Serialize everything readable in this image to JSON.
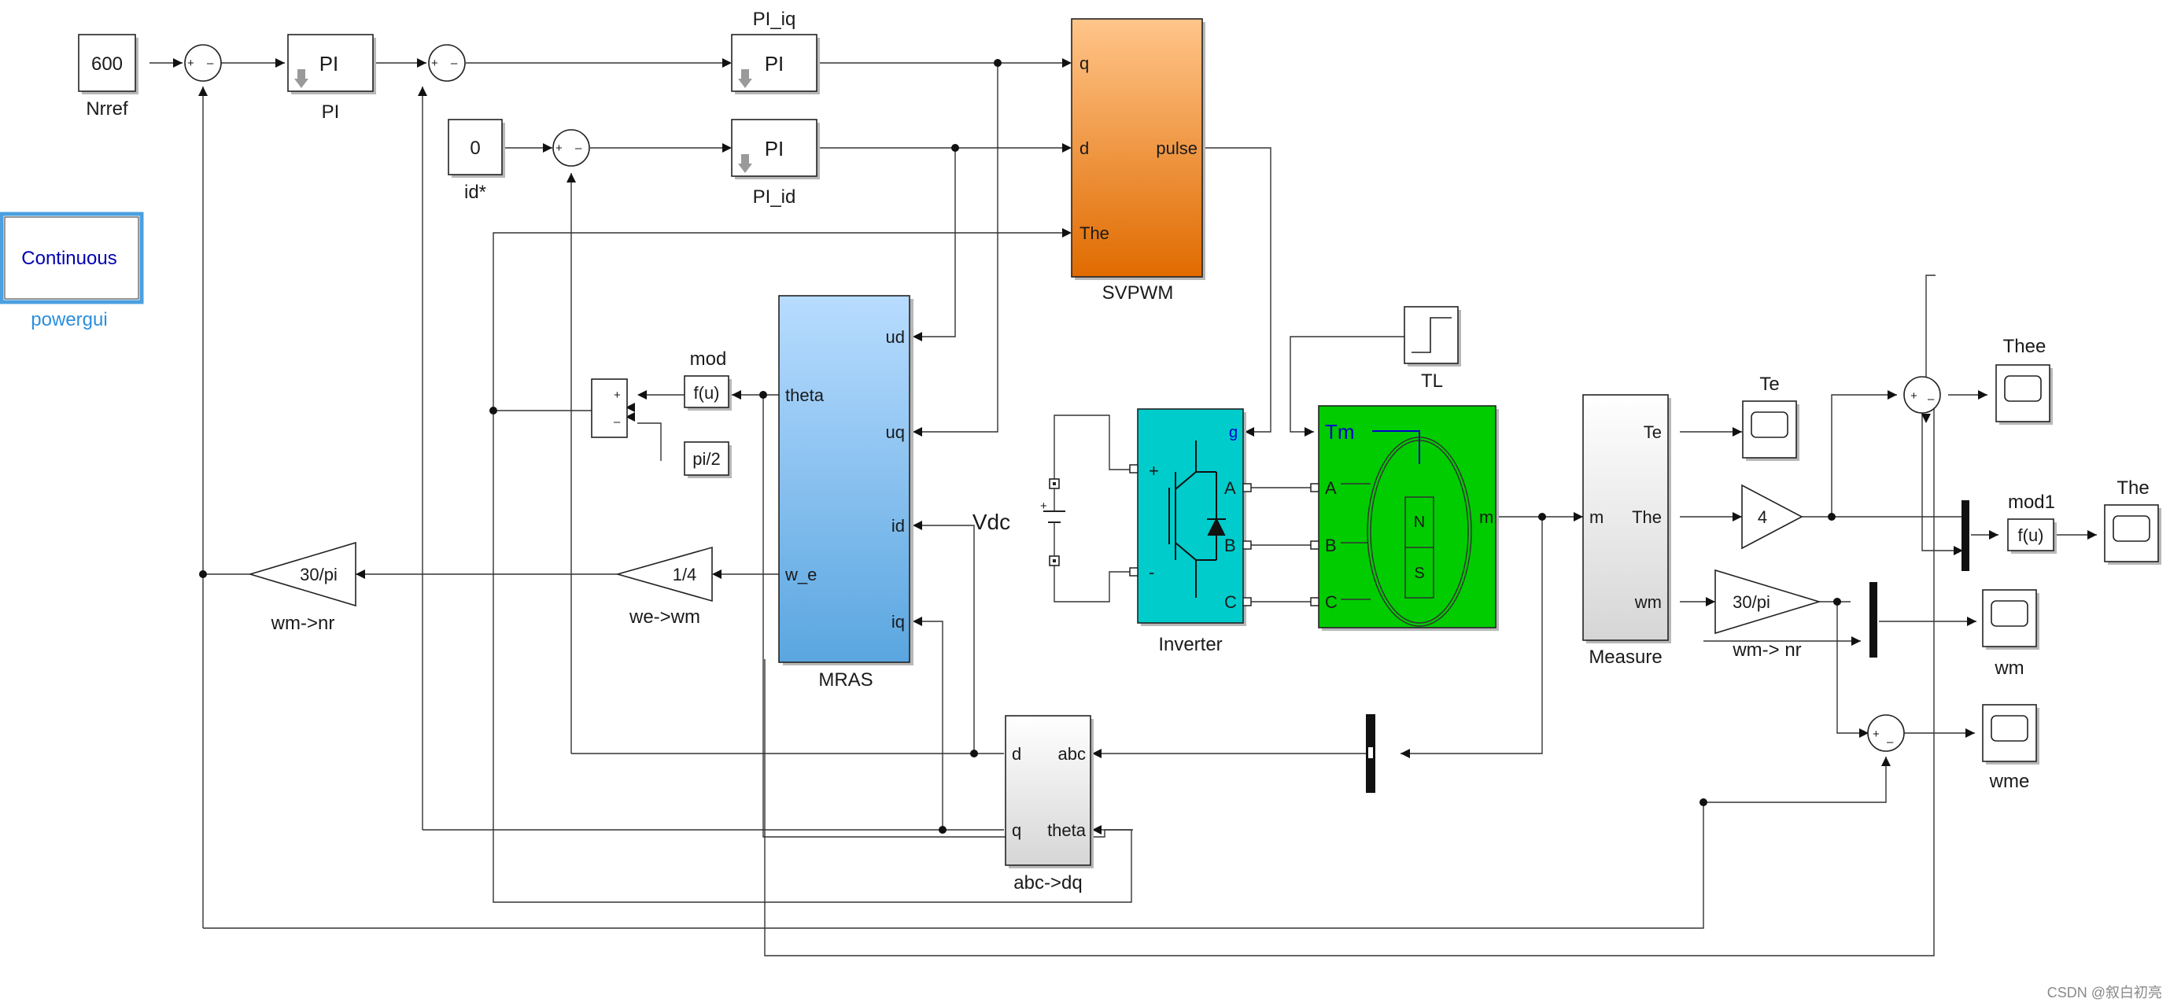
{
  "colors": {
    "svpwm_top": "#ffc58a",
    "svpwm_bottom": "#e06b00",
    "mras_top": "#b8dcff",
    "mras_bottom": "#5aa6e0",
    "inverter": "#00cccc",
    "motor": "#00cc00",
    "powergui_border": "#4aa0e0",
    "powergui_text": "#0000b0",
    "powergui_label": "#2a8fdf",
    "port_blue": "#0000cc"
  },
  "powergui": {
    "text": "Continuous",
    "label": "powergui"
  },
  "blocks": {
    "nrref": {
      "value": "600",
      "label": "Nrref"
    },
    "pi_speed": {
      "text": "PI",
      "label": "PI"
    },
    "pi_iq": {
      "text": "PI",
      "label": "PI_iq"
    },
    "pi_id": {
      "text": "PI",
      "label": "PI_id"
    },
    "id_ref": {
      "value": "0",
      "label": "id*"
    },
    "svpwm": {
      "label": "SVPWM",
      "in_q": "q",
      "in_d": "d",
      "in_the": "The",
      "out_pulse": "pulse"
    },
    "mras": {
      "label": "MRAS",
      "out_ud": "ud",
      "out_uq": "uq",
      "out_id": "id",
      "out_iq": "iq",
      "in_theta": "theta",
      "in_we": "w_e"
    },
    "mod": {
      "text": "f(u)",
      "label": "mod"
    },
    "pi2": {
      "text": "pi/2"
    },
    "gain_30pi_left": {
      "text": "30/pi",
      "label": "wm->nr"
    },
    "gain_quarter": {
      "text": "1/4",
      "label": "we->wm"
    },
    "vdc": {
      "label": "Vdc",
      "plus": "+",
      "minus": "-"
    },
    "inverter": {
      "label": "Inverter",
      "g": "g",
      "a": "A",
      "b": "B",
      "c": "C",
      "plus": "+",
      "minus": "-"
    },
    "motor": {
      "tm": "Tm",
      "a": "A",
      "b": "B",
      "c": "C",
      "m": "m",
      "n": "N",
      "s": "S"
    },
    "tl": {
      "label": "TL"
    },
    "measure": {
      "label": "Measure",
      "in_m": "m",
      "out_te": "Te",
      "out_the": "The",
      "out_wm": "wm"
    },
    "gain4": {
      "text": "4"
    },
    "gain_30pi_right": {
      "text": "30/pi",
      "label": "wm-> nr"
    },
    "mod1": {
      "text": "f(u)",
      "label": "mod1"
    },
    "scope_te": {
      "label": "Te"
    },
    "scope_thee": {
      "label": "Thee"
    },
    "scope_the": {
      "label": "The"
    },
    "scope_wm": {
      "label": "wm"
    },
    "scope_wme": {
      "label": "wme"
    },
    "abcdq": {
      "label": "abc->dq",
      "in_abc": "abc",
      "in_theta": "theta",
      "out_d": "d",
      "out_q": "q"
    }
  },
  "watermark": "CSDN @叙白初亮"
}
